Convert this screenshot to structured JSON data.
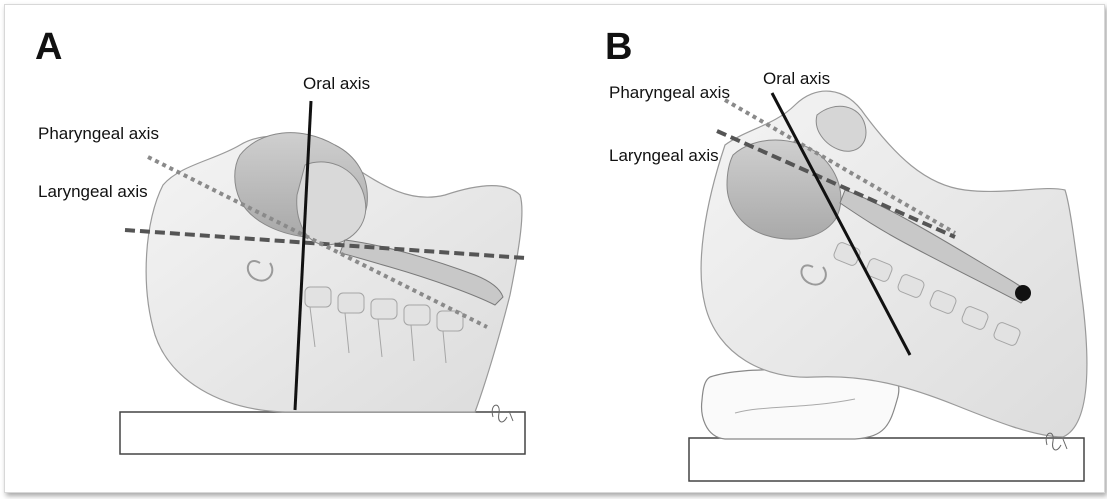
{
  "panels": [
    {
      "letter": "A",
      "labels": {
        "oral": "Oral axis",
        "pharyngeal": "Pharyngeal axis",
        "laryngeal": "Laryngeal axis"
      }
    },
    {
      "letter": "B",
      "labels": {
        "oral": "Oral axis",
        "pharyngeal": "Pharyngeal axis",
        "laryngeal": "Laryngeal axis"
      }
    }
  ],
  "colors": {
    "anatomy_fill": "#ececec",
    "anatomy_stroke": "#9a9a9a",
    "oral_line": "#111111",
    "pharyngeal_line": "#8a8a8a",
    "laryngeal_line": "#555555"
  }
}
